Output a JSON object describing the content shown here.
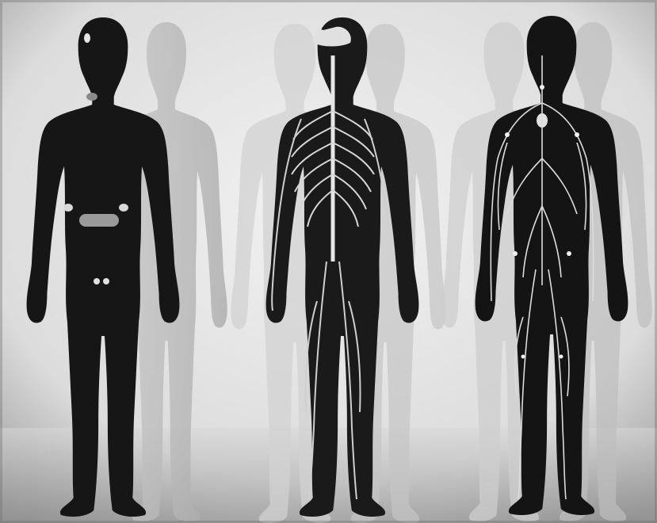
{
  "image": {
    "background_color": "#e4e4e4",
    "figure_color": "#161616",
    "shadow_color": "#b4b4b4",
    "vessel_color": "#e6e6e6",
    "figures": [
      {
        "icon": "human-silhouette-endocrine-glands"
      },
      {
        "icon": "human-silhouette-nervous-system"
      },
      {
        "icon": "human-silhouette-lymphatic-system"
      }
    ]
  }
}
